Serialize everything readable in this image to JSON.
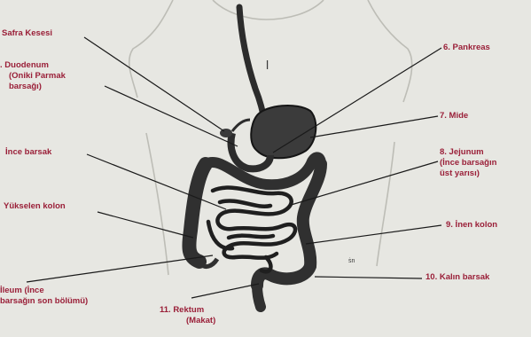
{
  "labels": {
    "gallbladder": "Safra Kesesi",
    "duodenum": ". Duodenum",
    "duodenum_sub1": "(Oniki Parmak",
    "duodenum_sub2": "barsağı)",
    "small_intestine": "İnce barsak",
    "ascending_colon": "Yükselen kolon",
    "ileum": "İleum (İnce",
    "ileum_sub": "barsağın son bölümü)",
    "rectum": "11.  Rektum",
    "rectum_sub": "(Makat)",
    "pancreas": "6.  Pankreas",
    "stomach": "7.  Mide",
    "jejunum": "8.  Jejunum",
    "jejunum_sub1": "(İnce  barsağın",
    "jejunum_sub2": "üst yarısı)",
    "descending_colon": "9.  İnen kolon",
    "large_intestine": "10.  Kalın barsak"
  },
  "colors": {
    "background": "#e7e7e2",
    "label": "#9a1f38",
    "organ": "#2c2c2c",
    "leader_line": "#1a1a1a",
    "body_outline": "#bdbdb6"
  }
}
